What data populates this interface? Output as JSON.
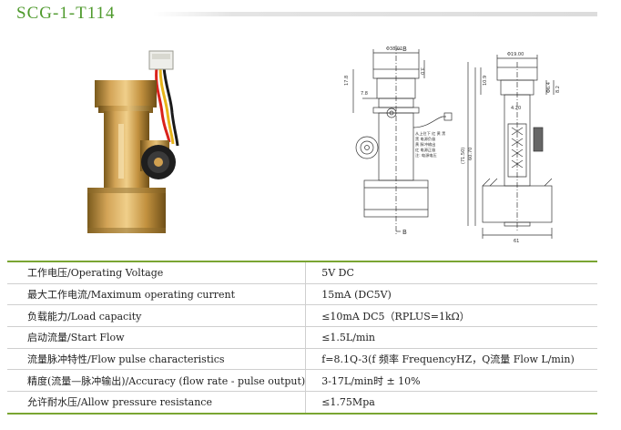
{
  "header": {
    "title": "SCG-1-T114"
  },
  "drawing": {
    "dims": {
      "d1": "Φ38.01",
      "d2": "3.0",
      "d3": "17.8",
      "d4": "7.8",
      "d5": "Φ19.00",
      "d6": "10.9",
      "d7": "8.2",
      "d8": "Φ6.4",
      "d9": "4.20",
      "d10": "60.70",
      "d11": "(71.50)",
      "d12": "61"
    },
    "section_marks": {
      "top": "B",
      "bottom": "B"
    },
    "wire_label_lines": [
      "从上往下 红 黄 黑",
      "黑    电源负极",
      "黄    脉冲输出",
      "红    电源正极",
      "注:  电源电压"
    ]
  },
  "specs": [
    {
      "label": "工作电压/Operating Voltage",
      "value": "5V DC"
    },
    {
      "label": "最大工作电流/Maximum operating current",
      "value": "15mA (DC5V)"
    },
    {
      "label": "负载能力/Load capacity",
      "value": "≤10mA DC5（RPLUS=1kΩ）"
    },
    {
      "label": "启动流量/Start Flow",
      "value": "≤1.5L/min"
    },
    {
      "label": "流量脉冲特性/Flow pulse characteristics",
      "value": "f=8.1Q-3(f 频率 FrequencyHZ，Q流量 Flow L/min)"
    },
    {
      "label": "精度(流量—脉冲输出)/Accuracy (flow rate - pulse output)",
      "value": "3-17L/min时 ± 10%"
    },
    {
      "label": "允许耐水压/Allow pressure resistance",
      "value": "≤1.75Mpa"
    }
  ]
}
